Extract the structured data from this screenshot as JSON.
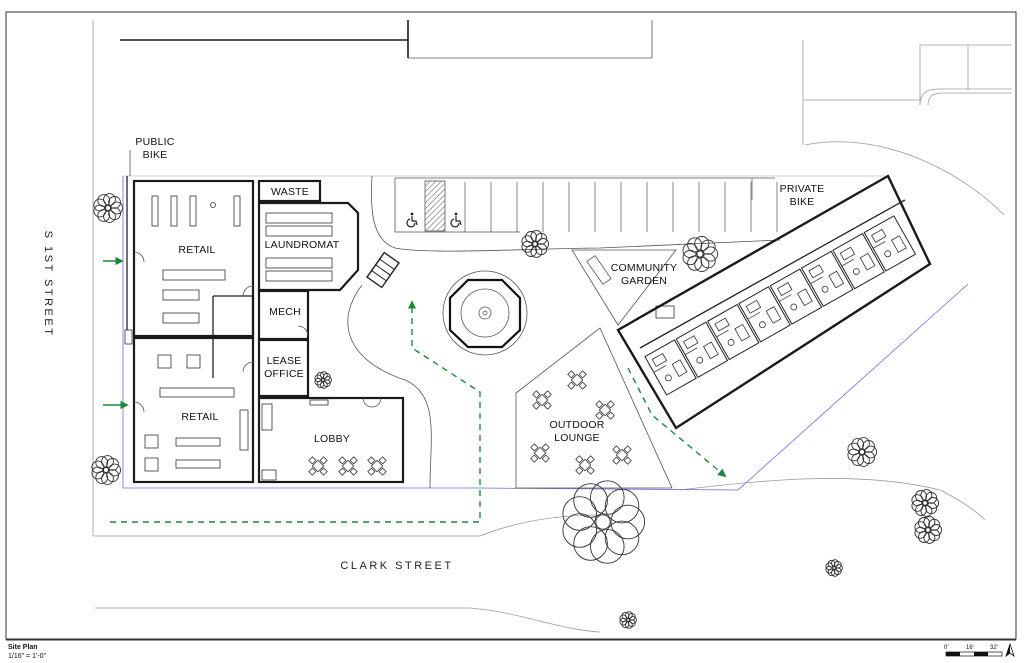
{
  "drawing": {
    "title": "Site Plan",
    "scale_note": "1/16\" = 1'-0\"",
    "scale_bar": [
      "0'",
      "16'",
      "32'"
    ]
  },
  "streets": {
    "west": "S 1ST STREET",
    "south": "CLARK STREET"
  },
  "labels": {
    "public_bike": [
      "PUBLIC",
      "BIKE"
    ],
    "private_bike": [
      "PRIVATE",
      "BIKE"
    ],
    "retail_north": "RETAIL",
    "retail_south": "RETAIL",
    "waste": "WASTE",
    "laundromat": "LAUNDROMAT",
    "mech": "MECH",
    "lease_office": [
      "LEASE",
      "OFFICE"
    ],
    "lobby": "LOBBY",
    "community_garden": [
      "COMMUNITY",
      "GARDEN"
    ],
    "outdoor_lounge": [
      "OUTDOOR",
      "LOUNGE"
    ]
  },
  "colors": {
    "linework": "#1a1a1a",
    "accessible_route": "#1a8a3a",
    "property_line": "#6b6bd6"
  },
  "icons": [
    "wheelchair-icon",
    "tree-icon",
    "north-arrow-icon",
    "entry-arrow-icon"
  ]
}
